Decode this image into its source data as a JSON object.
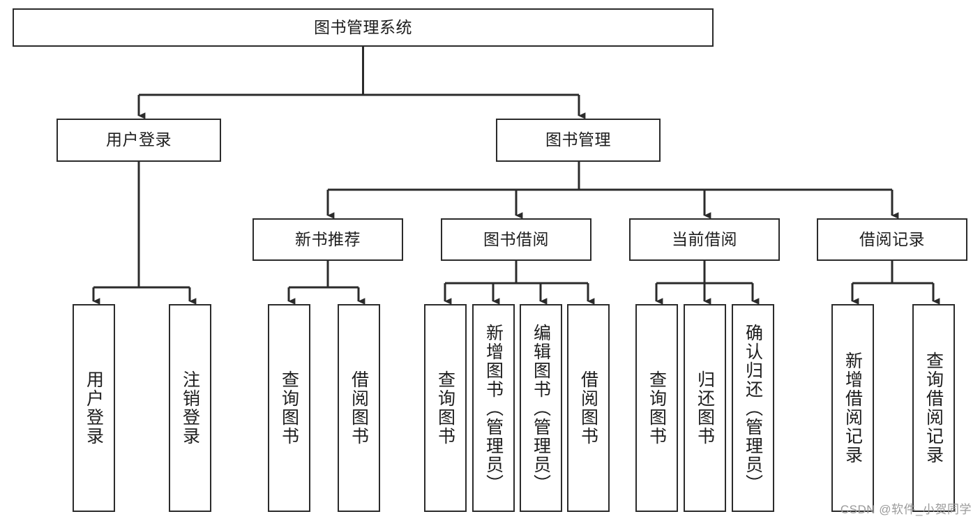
{
  "diagram": {
    "title": "图书管理系统",
    "type": "tree-structure-chart",
    "colors": {
      "box_border": "#2b2b2b",
      "box_fill": "#ffffff",
      "edge": "#2b2b2b",
      "background": "#ffffff",
      "watermark": "#9a9a9a"
    },
    "watermark": "CSDN @软件_小贺同学",
    "root": {
      "label": "图书管理系统"
    },
    "level2": [
      {
        "label": "用户登录"
      },
      {
        "label": "图书管理"
      }
    ],
    "level3": [
      {
        "label": "新书推荐"
      },
      {
        "label": "图书借阅"
      },
      {
        "label": "当前借阅"
      },
      {
        "label": "借阅记录"
      }
    ],
    "leaves": {
      "user_login": [
        {
          "label": "用户登录"
        },
        {
          "label": "注销登录"
        }
      ],
      "new_book_recommend": [
        {
          "label": "查询图书"
        },
        {
          "label": "借阅图书"
        }
      ],
      "book_borrow": [
        {
          "label": "查询图书"
        },
        {
          "label": "新增图书（管理员）"
        },
        {
          "label": "编辑图书（管理员）"
        },
        {
          "label": "借阅图书"
        }
      ],
      "current_borrow": [
        {
          "label": "查询图书"
        },
        {
          "label": "归还图书"
        },
        {
          "label": "确认归还（管理员）"
        }
      ],
      "borrow_record": [
        {
          "label": "新增借阅记录"
        },
        {
          "label": "查询借阅记录"
        }
      ]
    }
  }
}
